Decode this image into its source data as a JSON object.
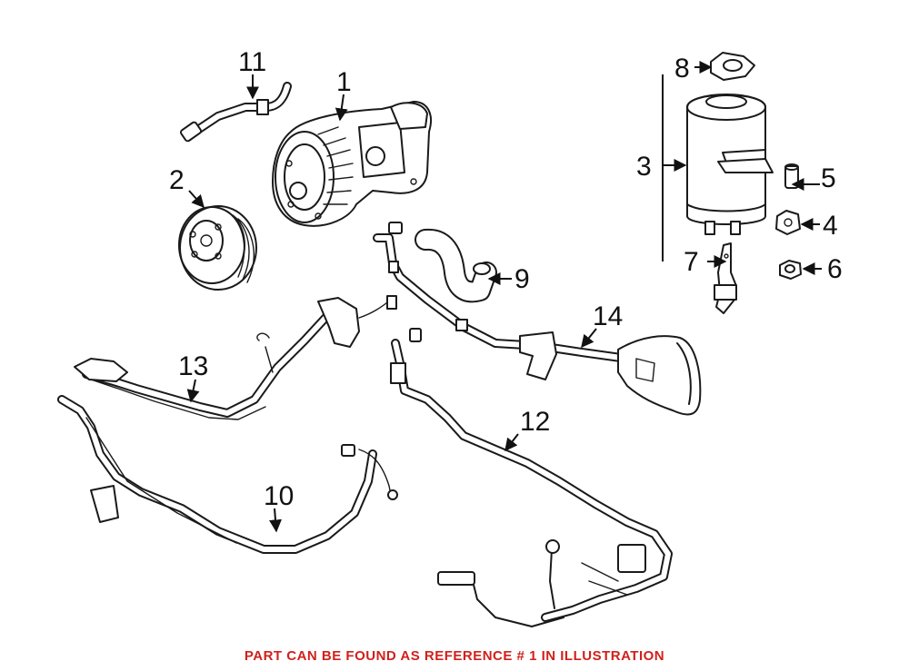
{
  "diagram": {
    "callouts": [
      "1",
      "2",
      "3",
      "4",
      "5",
      "6",
      "7",
      "8",
      "9",
      "10",
      "11",
      "12",
      "13",
      "14"
    ]
  },
  "footer": {
    "note": "PART CAN BE FOUND AS REFERENCE # 1 IN ILLUSTRATION",
    "color": "#d0211c"
  },
  "colors": {
    "line": "#1a1a1a",
    "background": "#ffffff"
  }
}
